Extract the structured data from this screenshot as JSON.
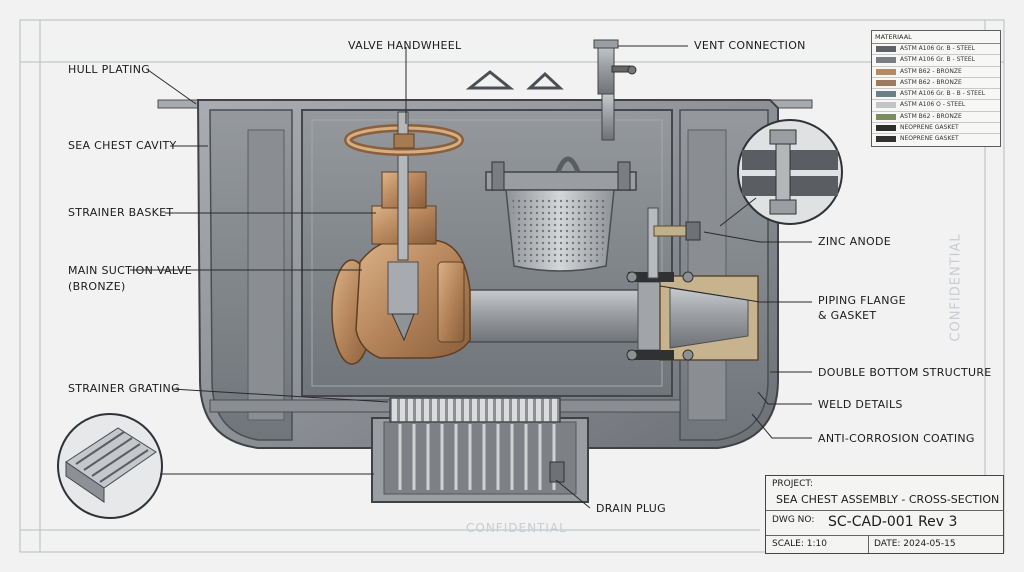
{
  "labels": {
    "hull_plating": "HULL PLATING",
    "sea_chest_cavity": "SEA CHEST CAVITY",
    "strainer_basket": "STRAINER BASKET",
    "main_suction_valve_line1": "MAIN SUCTION VALVE",
    "main_suction_valve_line2": "(BRONZE)",
    "strainer_grating": "STRAINER GRATING",
    "valve_handwheel": "VALVE HANDWHEEL",
    "vent_connection": "VENT CONNECTION",
    "zinc_anode": "ZINC ANODE",
    "piping_flange_line1": "PIPING FLANGE",
    "piping_flange_line2": "& GASKET",
    "double_bottom_structure": "DOUBLE BOTTOM STRUCTURE",
    "weld_details": "WELD DETAILS",
    "anti_corrosion_coating": "ANTI-CORROSION COATING",
    "drain_plug": "DRAIN PLUG"
  },
  "watermarks": {
    "right": "CONFIDENTIAL",
    "bottom": "CONFIDENTIAL"
  },
  "materials": {
    "title": "MATERIAAL",
    "items": [
      {
        "label": "ASTM A106 Gr. B - STEEL",
        "color": "#5e6268"
      },
      {
        "label": "ASTM A106 Gr. B - STEEL",
        "color": "#7a7e84"
      },
      {
        "label": "ASTM B62 - BRONZE",
        "color": "#b38a63"
      },
      {
        "label": "ASTM B62 - BRONZE",
        "color": "#9c7a5e"
      },
      {
        "label": "ASTM A106 Gr. B - B -    STEEL",
        "color": "#6a7f86"
      },
      {
        "label": "ASTM A106 O - STEEL",
        "color": "#c2c4c6"
      },
      {
        "label": "ASTM B62 - BRONZE",
        "color": "#7c8c5f"
      },
      {
        "label": "NEOPRENE GASKET",
        "color": "#2b2f2b"
      },
      {
        "label": "NEOPRENE GASKET",
        "color": "#33312f"
      }
    ]
  },
  "title_block": {
    "project_label": "PROJECT:",
    "project_value": "SEA CHEST ASSEMBLY - CROSS-SECTION",
    "dwg_label": "DWG NO:",
    "dwg_value": "SC-CAD-001 Rev 3",
    "scale": "SCALE: 1:10",
    "date": "DATE: 2024-05-15"
  },
  "colors": {
    "steel": "#8f9397",
    "steel_dark": "#55595d",
    "bronze": "#b8875c",
    "cavity": "#7d8185",
    "leader": "#2a2a2a"
  }
}
